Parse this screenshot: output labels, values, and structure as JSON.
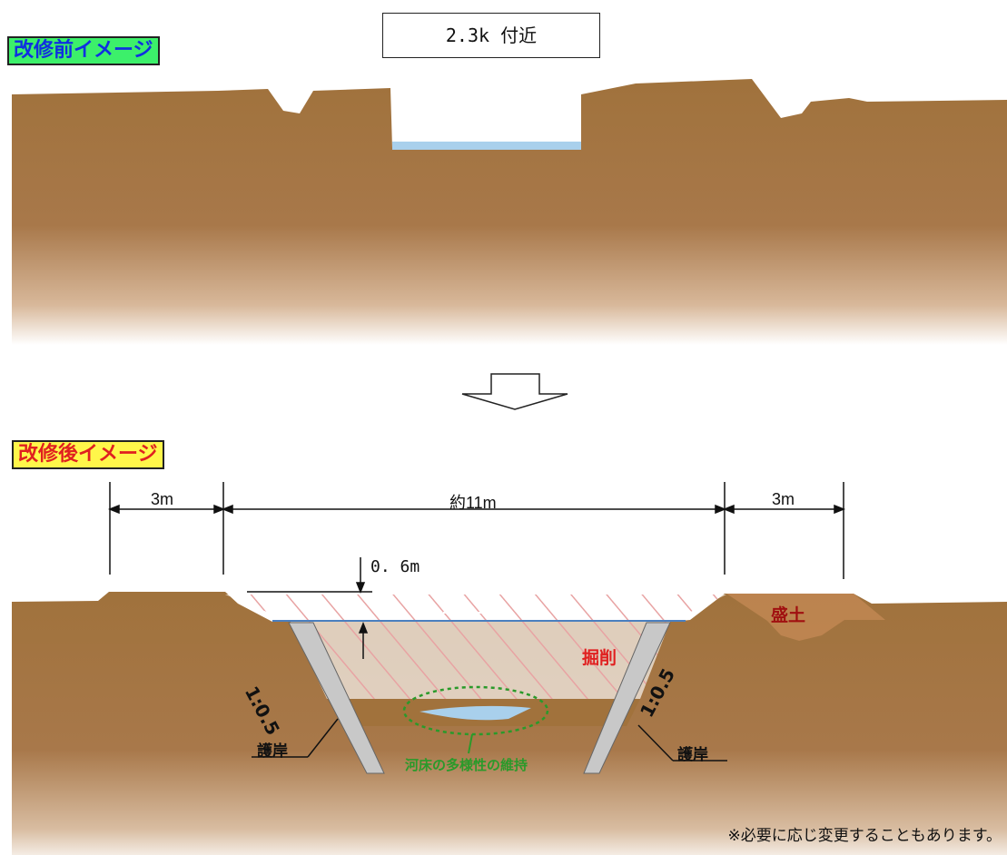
{
  "before": {
    "label": "改修前イメージ"
  },
  "location": {
    "label": "2.3k 付近"
  },
  "after": {
    "label": "改修後イメージ"
  },
  "dimensions": {
    "left_width": "3m",
    "center_width": "約11m",
    "right_width": "3m",
    "depth": "0. 6m"
  },
  "annotations": {
    "slope_left": "1:0.5",
    "slope_right": "1:0.5",
    "revetment_left": "護岸",
    "revetment_right": "護岸",
    "excavation": "掘削",
    "embankment": "盛土",
    "riverbed": "河床の多様性の維持",
    "water_level_symbol": "▽"
  },
  "note": "※必要に応じ変更することもあります。",
  "colors": {
    "soil": "#a0723c",
    "water": "#a9d0ec",
    "excavation_hatch": "#e8a3a3",
    "revetment": "#c8c8c8",
    "riverbed_ellipse": "#2a9a2a",
    "before_label_bg": "#3cf06a",
    "after_label_bg": "#fff64a"
  }
}
